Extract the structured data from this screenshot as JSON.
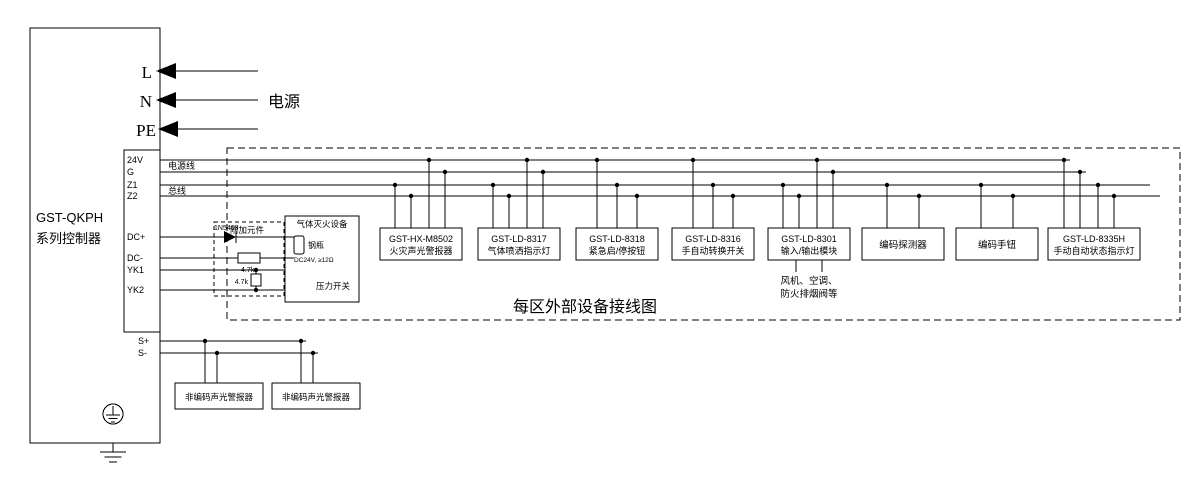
{
  "controller": {
    "line1": "GST-QKPH",
    "line2": "系列控制器"
  },
  "power_input": {
    "l": "L",
    "n": "N",
    "pe": "PE",
    "label": "电源"
  },
  "terminals": {
    "v24": "24V",
    "g": "G",
    "z1": "Z1",
    "z2": "Z2",
    "dc_plus": "DC+",
    "dc_minus": "DC-",
    "yk1": "YK1",
    "yk2": "YK2",
    "s_plus": "S+",
    "s_minus": "S-"
  },
  "bus_labels": {
    "power_line": "电源线",
    "signal_line": "总线"
  },
  "zone_title": "每区外部设备接线图",
  "attachment": {
    "title": "附加元件",
    "diode": "1N5408",
    "r1": "4.7k",
    "r2": "4.7k"
  },
  "gas_device": {
    "title": "气体灭火设备",
    "cylinder": "钢瓶",
    "spec": "DC24V, ≥12Ω",
    "pressure_switch": "压力开关"
  },
  "devices": [
    {
      "model": "GST-HX-M8502",
      "name": "火灾声光警报器"
    },
    {
      "model": "GST-LD-8317",
      "name": "气体喷洒指示灯"
    },
    {
      "model": "GST-LD-8318",
      "name": "紧急启/停按钮"
    },
    {
      "model": "GST-LD-8316",
      "name": "手自动转换开关"
    },
    {
      "model": "GST-LD-8301",
      "name": "输入/输出模块"
    },
    {
      "model": "",
      "name": "编码探测器"
    },
    {
      "model": "",
      "name": "编码手钮"
    },
    {
      "model": "GST-LD-8335H",
      "name": "手动自动状态指示灯"
    }
  ],
  "io_note": {
    "line1": "风机、空调、",
    "line2": "防火排烟阀等"
  },
  "alarms": {
    "left": "非编码声光警报器",
    "right": "非编码声光警报器"
  }
}
